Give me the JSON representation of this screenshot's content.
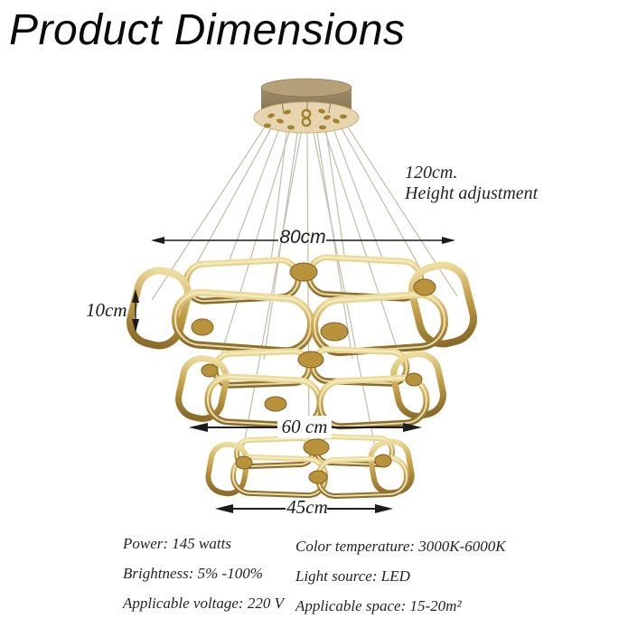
{
  "title": "Product Dimensions",
  "dimensions": {
    "height_adjustment": {
      "value": "120cm.",
      "label": "Height adjustment"
    },
    "top_ring_width": "80cm",
    "ring_height": "10cm",
    "middle_ring_width": "60 cm",
    "bottom_ring_width": "45cm"
  },
  "specs": {
    "left": [
      "Power: 145 watts",
      "Brightness: 5% -100%",
      "Applicable voltage: 220 V"
    ],
    "right": [
      "Color temperature: 3000K-6000K",
      "Light source: LED",
      "Applicable space: 15-20m²"
    ]
  },
  "colors": {
    "gold": "#c39f48",
    "gold_light": "#ecdc9e",
    "gold_dark": "#8a6b28",
    "canopy_band": "#8d7958",
    "canopy_plate": "#e6d5ae",
    "cable": "#c6c0b2",
    "arrow": "#1c1c1c",
    "text": "#242424",
    "title": "#0a0a0a",
    "background": "#ffffff"
  }
}
